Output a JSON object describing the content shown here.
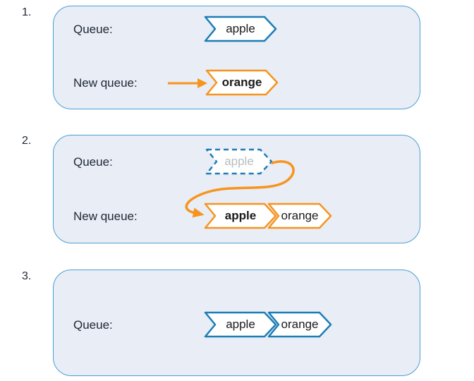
{
  "colors": {
    "accent_blue": "#1d7db6",
    "accent_orange": "#f7941d",
    "panel_fill": "#e8edf6",
    "panel_border": "#4b9fd2",
    "text_dark": "#212934",
    "text_faded": "#b9bcbe",
    "chevron_fill": "#ffffff",
    "chevron_text": "#1a1a1a"
  },
  "icons": {
    "straight_arrow": "enqueue-arrow-icon",
    "curved_arrow": "move-to-front-arrow-icon"
  },
  "steps": [
    {
      "number": "1.",
      "rows": [
        {
          "label": "Queue:",
          "items": [
            {
              "text": "apple",
              "variant": "blue"
            }
          ]
        },
        {
          "label": "New queue:",
          "arrow": "straight",
          "items": [
            {
              "text": "orange",
              "variant": "orange-new-bold"
            }
          ]
        }
      ]
    },
    {
      "number": "2.",
      "rows": [
        {
          "label": "Queue:",
          "items": [
            {
              "text": "apple",
              "variant": "dashed-removed-faded"
            }
          ]
        },
        {
          "label": "New queue:",
          "arrow": "curved",
          "items": [
            {
              "text": "apple",
              "variant": "orange-new-bold"
            },
            {
              "text": "orange",
              "variant": "orange"
            }
          ]
        }
      ]
    },
    {
      "number": "3.",
      "rows": [
        {
          "label": "Queue:",
          "items": [
            {
              "text": "apple",
              "variant": "blue"
            },
            {
              "text": "orange",
              "variant": "blue"
            }
          ]
        }
      ]
    }
  ]
}
